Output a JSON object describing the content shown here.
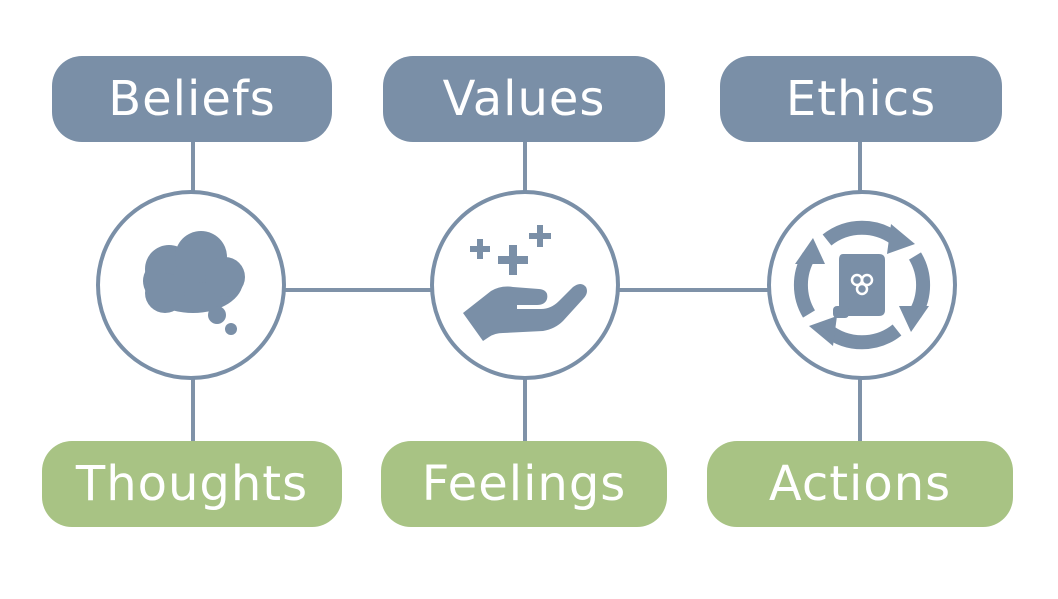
{
  "diagram": {
    "top_labels": [
      "Beliefs",
      "Values",
      "Ethics"
    ],
    "bottom_labels": [
      "Thoughts",
      "Feelings",
      "Actions"
    ],
    "icons": [
      "thought-cloud-icon",
      "hand-sparkles-icon",
      "scroll-cycle-icon"
    ]
  },
  "colors": {
    "slate": "#7a8fa7",
    "sage": "#a8c384",
    "line": "#7f92a8"
  }
}
